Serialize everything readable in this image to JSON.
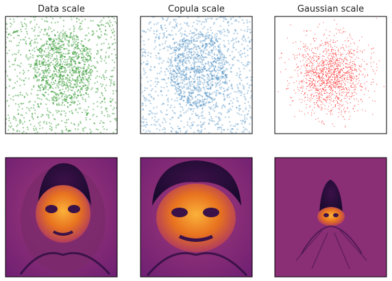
{
  "figure": {
    "panels": [
      {
        "title": "Data scale",
        "color": "#138a13"
      },
      {
        "title": "Copula scale",
        "color": "#2f7ab8"
      },
      {
        "title": "Gaussian scale",
        "color": "#ff1a1a"
      },
      {
        "title": "",
        "colormap": "inferno"
      },
      {
        "title": "",
        "colormap": "inferno"
      },
      {
        "title": "",
        "colormap": "inferno"
      }
    ]
  },
  "chart_data": [
    {
      "type": "scatter",
      "title": "Data scale",
      "color": "#138a13",
      "grid": false,
      "ticks": false
    },
    {
      "type": "scatter",
      "title": "Copula scale",
      "color": "#2f7ab8",
      "grid": false,
      "ticks": false
    },
    {
      "type": "scatter",
      "title": "Gaussian scale",
      "color": "#ff1a1a",
      "grid": false,
      "ticks": false
    },
    {
      "type": "heatmap",
      "title": "",
      "colormap": "inferno",
      "grid": false,
      "ticks": false
    },
    {
      "type": "heatmap",
      "title": "",
      "colormap": "inferno",
      "grid": false,
      "ticks": false
    },
    {
      "type": "heatmap",
      "title": "",
      "colormap": "inferno",
      "grid": false,
      "ticks": false
    }
  ]
}
